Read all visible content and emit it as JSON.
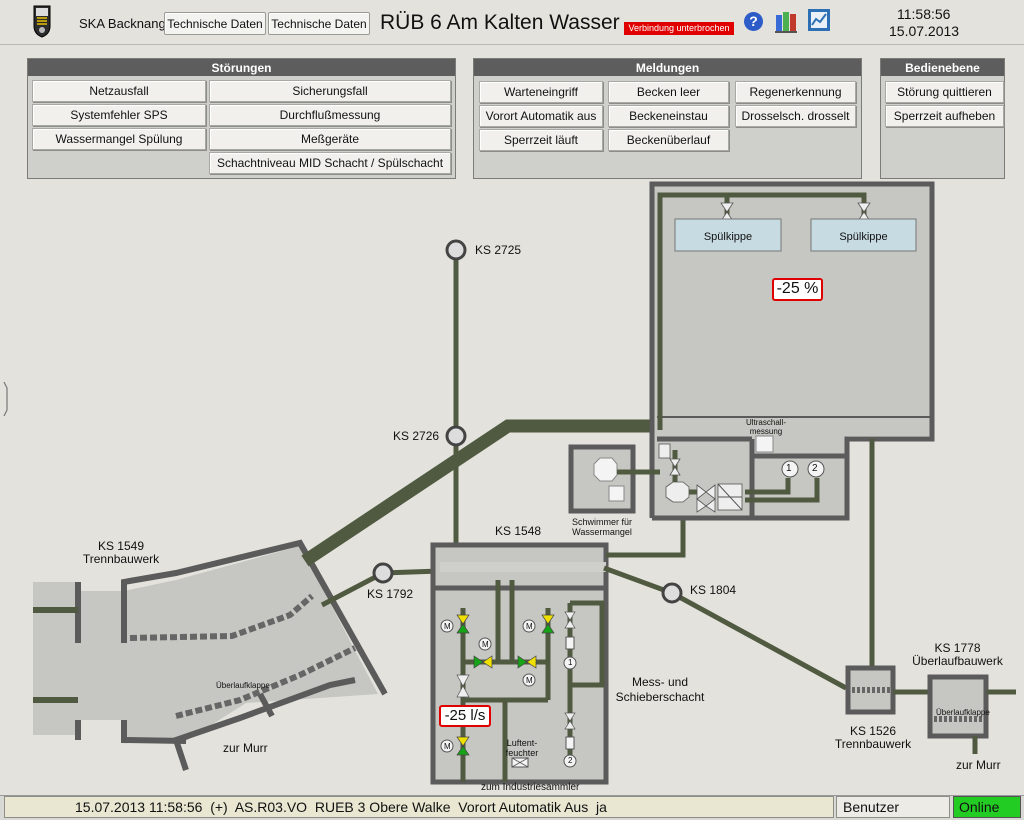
{
  "header": {
    "site_name": "SKA Backnang",
    "tab1": "Technische Daten",
    "tab2": "Technische Daten",
    "title": "RÜB 6 Am Kalten Wasser",
    "connection_status": "Verbindung unterbrochen",
    "time": "11:58:56",
    "date": "15.07.2013"
  },
  "panels": {
    "stoerungen": {
      "title": "Störungen",
      "items": [
        "Netzausfall",
        "Sicherungsfall",
        "Systemfehler SPS",
        "Durchflußmessung",
        "Wassermangel Spülung",
        "Meßgeräte",
        "Schachtniveau MID Schacht / Spülschacht"
      ]
    },
    "meldungen": {
      "title": "Meldungen",
      "items": [
        "Warteneingriff",
        "Becken leer",
        "Regenerkennung",
        "Vorort Automatik aus",
        "Beckeneinstau",
        "Drosselsch. drosselt",
        "Sperrzeit läuft",
        "Beckenüberlauf"
      ]
    },
    "bedienebene": {
      "title": "Bedienebene",
      "items": [
        "Störung quittieren",
        "Sperrzeit aufheben"
      ]
    }
  },
  "diagram": {
    "spuelkippe_1": "Spülkippe",
    "spuelkippe_2": "Spülkippe",
    "level_value": "-25 %",
    "ultraschall": "Ultraschall-\nmessung",
    "schwimmer": "Schwimmer für\nWassermangel",
    "pump1": "1",
    "pump2": "2",
    "ks2725": "KS 2725",
    "ks2726": "KS 2726",
    "ks1549": "KS 1549\nTrennbauwerk",
    "ks1792": "KS 1792",
    "ks1548": "KS 1548",
    "ks1804": "KS 1804",
    "ks1526": "KS 1526\nTrennbauwerk",
    "ks1778": "KS 1778\nÜberlaufbauwerk",
    "ueberlaufklappe_1": "Überlaufklappe",
    "ueberlaufklappe_2": "Überlaufklappe",
    "zur_murr_1": "zur Murr",
    "zur_murr_2": "zur Murr",
    "flow_value": "-25 l/s",
    "lueftentfeuchter": "Luftent-\nfeuchter",
    "zum_industriesammler": "zum Industriesammler",
    "mess_schieber": "Mess- und\nSchieberschacht",
    "motor": "M",
    "colors": {
      "pipe": "#505a40",
      "wall": "#5b5b5b",
      "alarm_red": "#e00000",
      "valve_green": "#17a317",
      "valve_yellow": "#f0e000",
      "online_green": "#22cc22"
    }
  },
  "status_bar": {
    "message": "15.07.2013 11:58:56  (+)  AS.R03.VO  RUEB 3 Obere Walke  Vorort Automatik Aus  ja",
    "user": "Benutzer",
    "online": "Online"
  }
}
